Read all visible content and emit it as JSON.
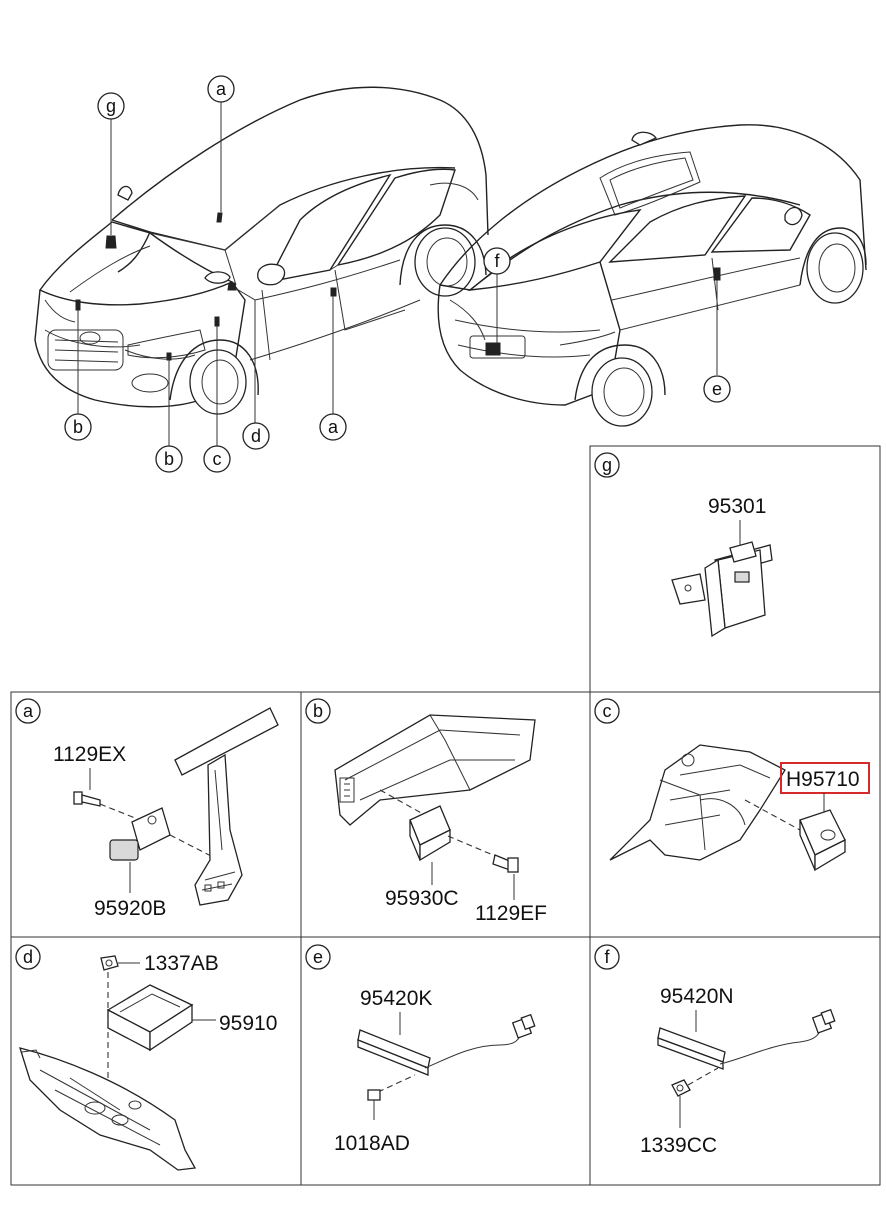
{
  "callouts": {
    "a_top": "a",
    "g": "g",
    "b_left": "b",
    "b_mid": "b",
    "c": "c",
    "d": "d",
    "a_bottom": "a",
    "f": "f",
    "e": "e"
  },
  "panels": {
    "g": {
      "letter": "g",
      "part": "95301"
    },
    "a": {
      "letter": "a",
      "bolt": "1129EX",
      "part": "95920B"
    },
    "b": {
      "letter": "b",
      "part": "95930C",
      "bolt": "1129EF"
    },
    "c": {
      "letter": "c",
      "part": "H95710",
      "highlight_color": "#d62a2a"
    },
    "d": {
      "letter": "d",
      "nut": "1337AB",
      "part": "95910"
    },
    "e": {
      "letter": "e",
      "part": "95420K",
      "screw": "1018AD"
    },
    "f": {
      "letter": "f",
      "part": "95420N",
      "nut": "1339CC"
    }
  }
}
